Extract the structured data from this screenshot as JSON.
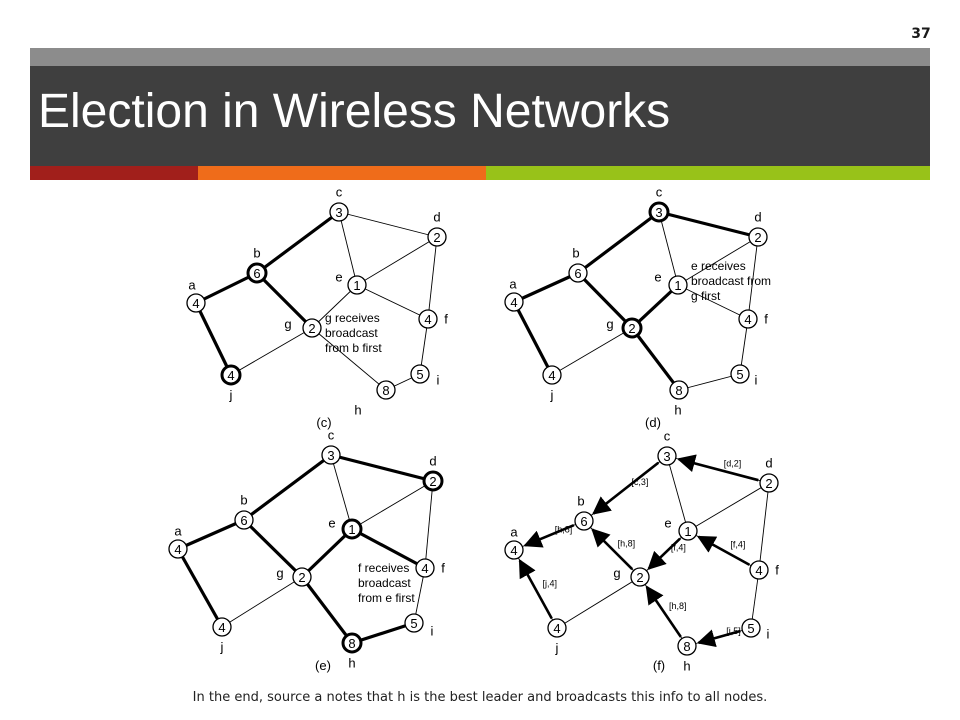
{
  "slide": {
    "number": "37",
    "title": "Election in Wireless Networks",
    "caption": "In the end, source a notes that h is the best leader and broadcasts this info to all nodes."
  },
  "colors": {
    "title_bar": "#3f3f3f",
    "top_bar": "#8c8c8c",
    "accent_red": "#a11f1b",
    "accent_orange": "#ef6c1a",
    "accent_green": "#98c219"
  },
  "graph": {
    "nodes": [
      {
        "id": "a",
        "value": "4"
      },
      {
        "id": "b",
        "value": "6"
      },
      {
        "id": "c",
        "value": "3"
      },
      {
        "id": "d",
        "value": "2"
      },
      {
        "id": "e",
        "value": "1"
      },
      {
        "id": "f",
        "value": "4"
      },
      {
        "id": "g",
        "value": "2"
      },
      {
        "id": "h",
        "value": "8"
      },
      {
        "id": "i",
        "value": "5"
      },
      {
        "id": "j",
        "value": "4"
      }
    ],
    "edges": [
      [
        "a",
        "b"
      ],
      [
        "a",
        "j"
      ],
      [
        "b",
        "c"
      ],
      [
        "b",
        "g"
      ],
      [
        "c",
        "e"
      ],
      [
        "c",
        "d"
      ],
      [
        "d",
        "e"
      ],
      [
        "d",
        "f"
      ],
      [
        "e",
        "f"
      ],
      [
        "e",
        "g"
      ],
      [
        "g",
        "j"
      ],
      [
        "g",
        "h"
      ],
      [
        "h",
        "i"
      ],
      [
        "i",
        "f"
      ]
    ]
  },
  "panels": [
    {
      "label": "(c)",
      "thick_edges": [
        [
          "a",
          "b"
        ],
        [
          "a",
          "j"
        ],
        [
          "b",
          "c"
        ],
        [
          "b",
          "g"
        ]
      ],
      "bold_nodes": [
        "b",
        "j"
      ],
      "annotation": [
        "g receives",
        "broadcast",
        "from b first"
      ],
      "arrows": [],
      "edge_labels": []
    },
    {
      "label": "(d)",
      "thick_edges": [
        [
          "a",
          "b"
        ],
        [
          "a",
          "j"
        ],
        [
          "b",
          "c"
        ],
        [
          "b",
          "g"
        ],
        [
          "c",
          "d"
        ],
        [
          "g",
          "e"
        ],
        [
          "g",
          "h"
        ]
      ],
      "bold_nodes": [
        "c",
        "g"
      ],
      "annotation": [
        "e receives",
        "broadcast from",
        "g first"
      ],
      "arrows": [],
      "edge_labels": []
    },
    {
      "label": "(e)",
      "thick_edges": [
        [
          "a",
          "b"
        ],
        [
          "a",
          "j"
        ],
        [
          "b",
          "c"
        ],
        [
          "b",
          "g"
        ],
        [
          "c",
          "d"
        ],
        [
          "g",
          "e"
        ],
        [
          "g",
          "h"
        ],
        [
          "e",
          "f"
        ],
        [
          "h",
          "i"
        ]
      ],
      "bold_nodes": [
        "e",
        "d",
        "h"
      ],
      "annotation": [
        "f receives",
        "broadcast",
        "from e first"
      ],
      "arrows": [],
      "edge_labels": []
    },
    {
      "label": "(f)",
      "thick_edges": [],
      "bold_nodes": [],
      "annotation": [],
      "arrows": [
        [
          "j",
          "a"
        ],
        [
          "b",
          "a"
        ],
        [
          "c",
          "b"
        ],
        [
          "d",
          "c"
        ],
        [
          "g",
          "b"
        ],
        [
          "e",
          "g"
        ],
        [
          "f",
          "e"
        ],
        [
          "h",
          "g"
        ],
        [
          "i",
          "h"
        ]
      ],
      "edge_labels": [
        "[j,4]",
        "[h,8]",
        "[c,3]",
        "[d,2]",
        "[h,8]",
        "[f,4]",
        "[f,4]",
        "[h,8]",
        "[i,5]"
      ]
    }
  ]
}
